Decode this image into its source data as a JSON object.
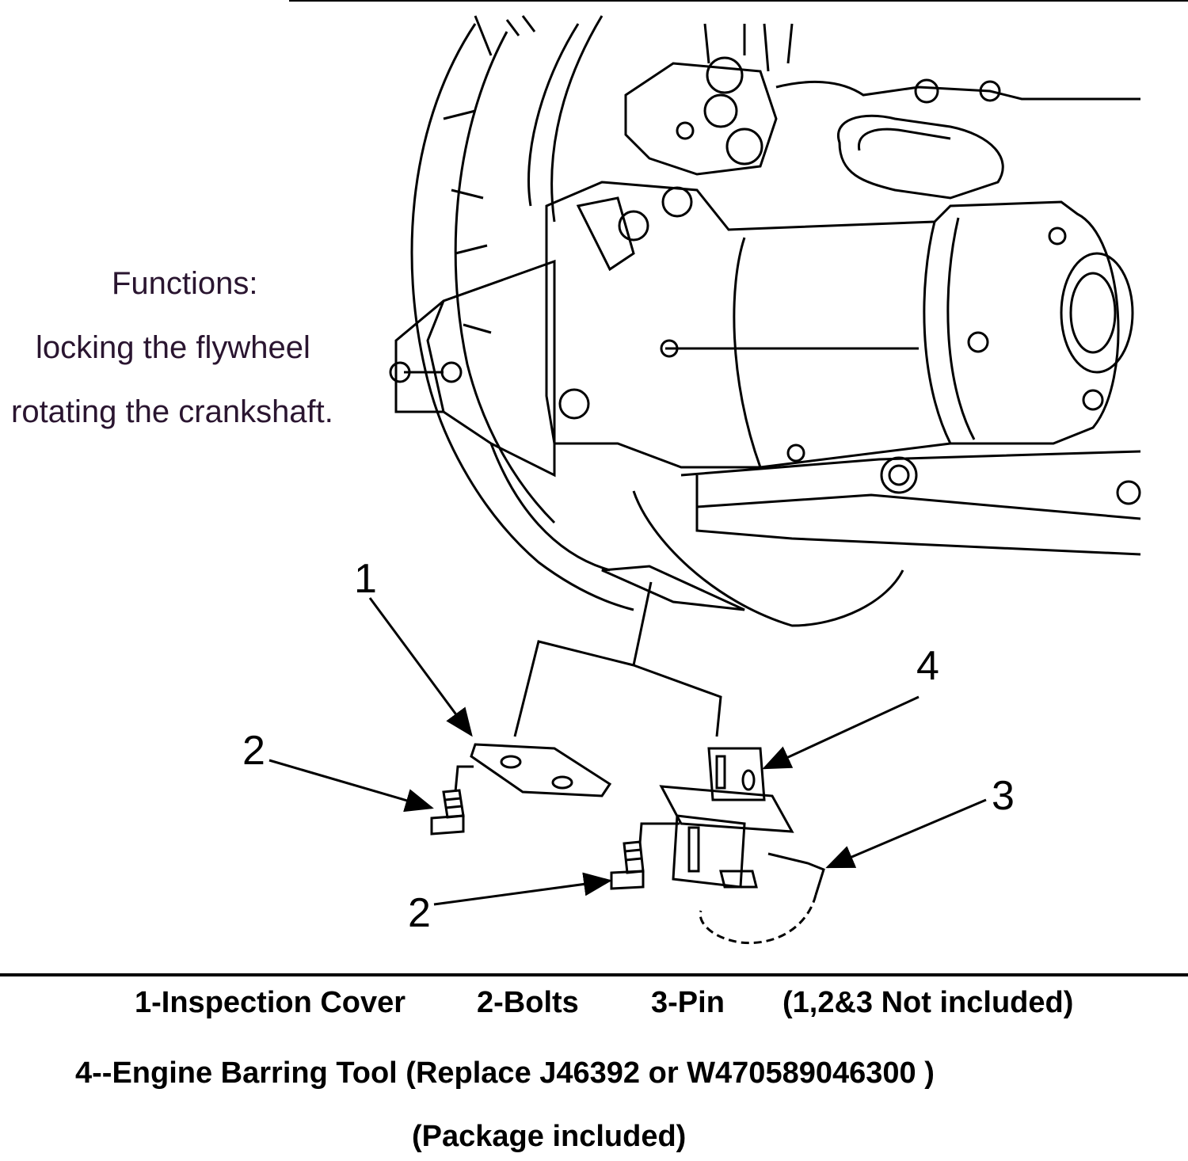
{
  "functions": {
    "title": "Functions:",
    "lines": [
      "locking the flywheel",
      "rotating the crankshaft."
    ]
  },
  "callouts": {
    "inspection_cover": "1",
    "bolt_left": "2",
    "bolt_lower": "2",
    "pin": "3",
    "barring_tool": "4"
  },
  "legend": {
    "item1": "1-Inspection Cover",
    "item2": "2-Bolts",
    "item3": "3-Pin",
    "not_included": "(1,2&3 Not included)",
    "item4": "4--Engine Barring Tool (Replace J46392 or W470589046300 )",
    "package": "(Package included)"
  },
  "colors": {
    "line": "#000000",
    "functions_text": "#2a1530",
    "background": "#ffffff"
  }
}
